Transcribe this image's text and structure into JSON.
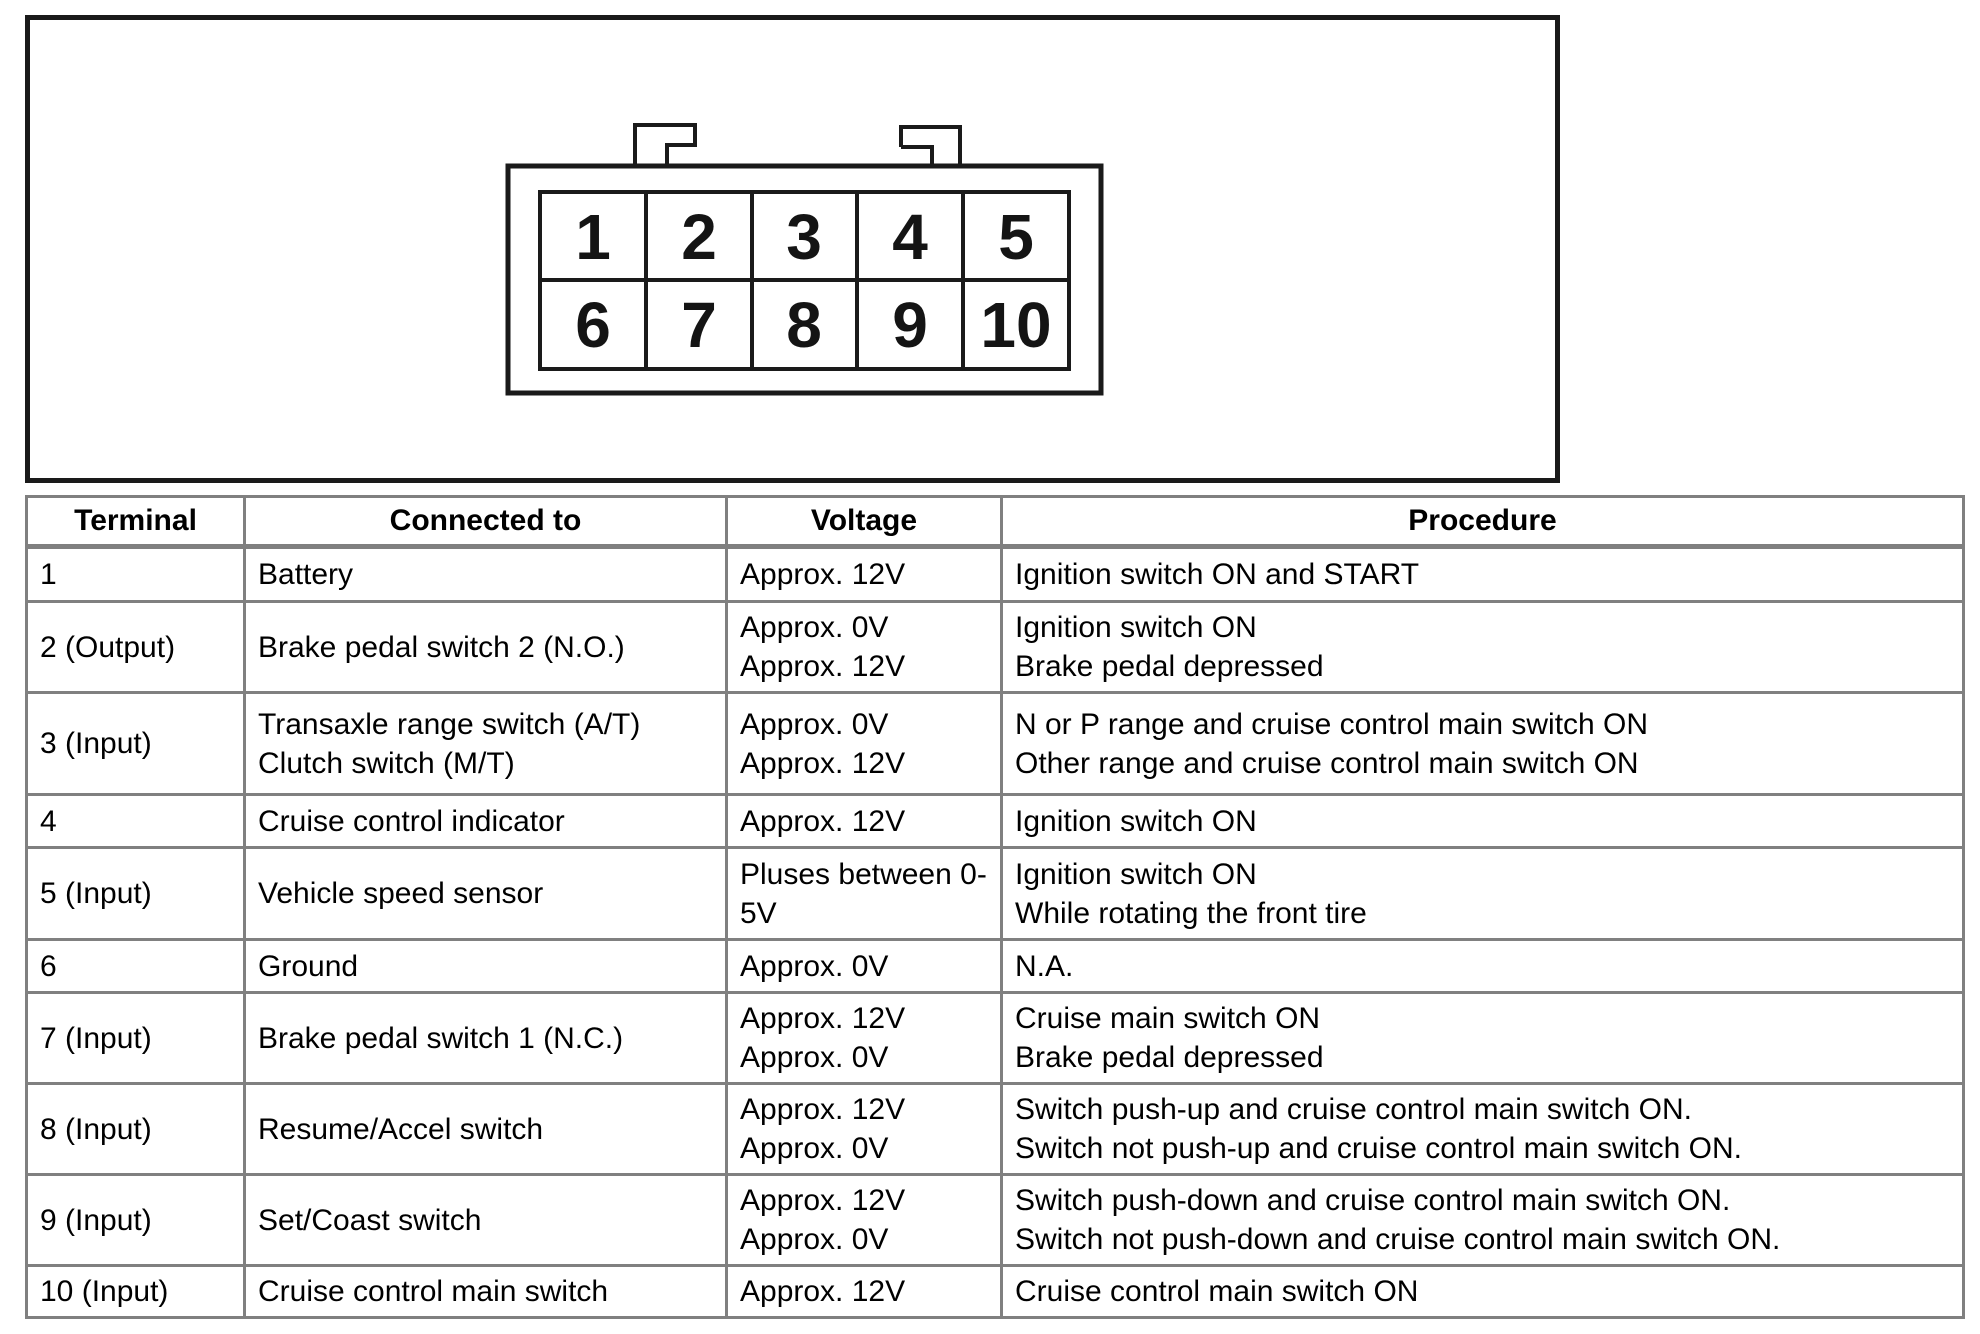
{
  "connector": {
    "description": "10-pin connector pinout, viewed face-on, two locking tabs on top",
    "pins_top": [
      "1",
      "2",
      "3",
      "4",
      "5"
    ],
    "pins_bottom": [
      "6",
      "7",
      "8",
      "9",
      "10"
    ]
  },
  "table": {
    "headers": [
      "Terminal",
      "Connected to",
      "Voltage",
      "Procedure"
    ],
    "rows": [
      {
        "terminal": [
          "1"
        ],
        "connected_to": [
          "Battery"
        ],
        "voltage": [
          "Approx. 12V"
        ],
        "procedure": [
          "Ignition switch ON and START"
        ]
      },
      {
        "terminal": [
          "2 (Output)"
        ],
        "connected_to": [
          "Brake pedal switch 2 (N.O.)"
        ],
        "voltage": [
          "Approx. 0V",
          "Approx. 12V"
        ],
        "procedure": [
          "Ignition switch ON",
          "Brake pedal depressed"
        ]
      },
      {
        "terminal": [
          "3 (Input)"
        ],
        "connected_to": [
          "Transaxle range switch (A/T)",
          "Clutch switch (M/T)"
        ],
        "voltage": [
          "Approx. 0V",
          "Approx. 12V"
        ],
        "procedure": [
          "N or P range and cruise control main switch ON",
          "Other range and cruise control main switch ON"
        ]
      },
      {
        "terminal": [
          "4"
        ],
        "connected_to": [
          "Cruise control indicator"
        ],
        "voltage": [
          "Approx. 12V"
        ],
        "procedure": [
          "Ignition switch ON"
        ]
      },
      {
        "terminal": [
          "5 (Input)"
        ],
        "connected_to": [
          "Vehicle speed sensor"
        ],
        "voltage": [
          "Pluses between 0-5V"
        ],
        "procedure": [
          "Ignition switch ON",
          "While rotating the front tire"
        ]
      },
      {
        "terminal": [
          "6"
        ],
        "connected_to": [
          "Ground"
        ],
        "voltage": [
          "Approx. 0V"
        ],
        "procedure": [
          "N.A."
        ]
      },
      {
        "terminal": [
          "7 (Input)"
        ],
        "connected_to": [
          "Brake pedal switch 1 (N.C.)"
        ],
        "voltage": [
          "Approx. 12V",
          "Approx. 0V"
        ],
        "procedure": [
          "Cruise main switch ON",
          "Brake pedal depressed"
        ]
      },
      {
        "terminal": [
          "8 (Input)"
        ],
        "connected_to": [
          "Resume/Accel switch"
        ],
        "voltage": [
          "Approx. 12V",
          "Approx. 0V"
        ],
        "procedure": [
          "Switch push-up and cruise control main switch ON.",
          "Switch not push-up and cruise control main switch ON."
        ]
      },
      {
        "terminal": [
          "9 (Input)"
        ],
        "connected_to": [
          "Set/Coast switch"
        ],
        "voltage": [
          "Approx. 12V",
          "Approx. 0V"
        ],
        "procedure": [
          "Switch push-down and cruise control main switch ON.",
          "Switch not push-down and cruise control main switch ON."
        ]
      },
      {
        "terminal": [
          "10 (Input)"
        ],
        "connected_to": [
          "Cruise control main switch"
        ],
        "voltage": [
          "Approx. 12V"
        ],
        "procedure": [
          "Cruise control main switch ON"
        ]
      }
    ]
  },
  "colors": {
    "background": "#ffffff",
    "panel_border": "#1a1a1a",
    "table_grid_line": "#808080",
    "text": "#000000"
  }
}
